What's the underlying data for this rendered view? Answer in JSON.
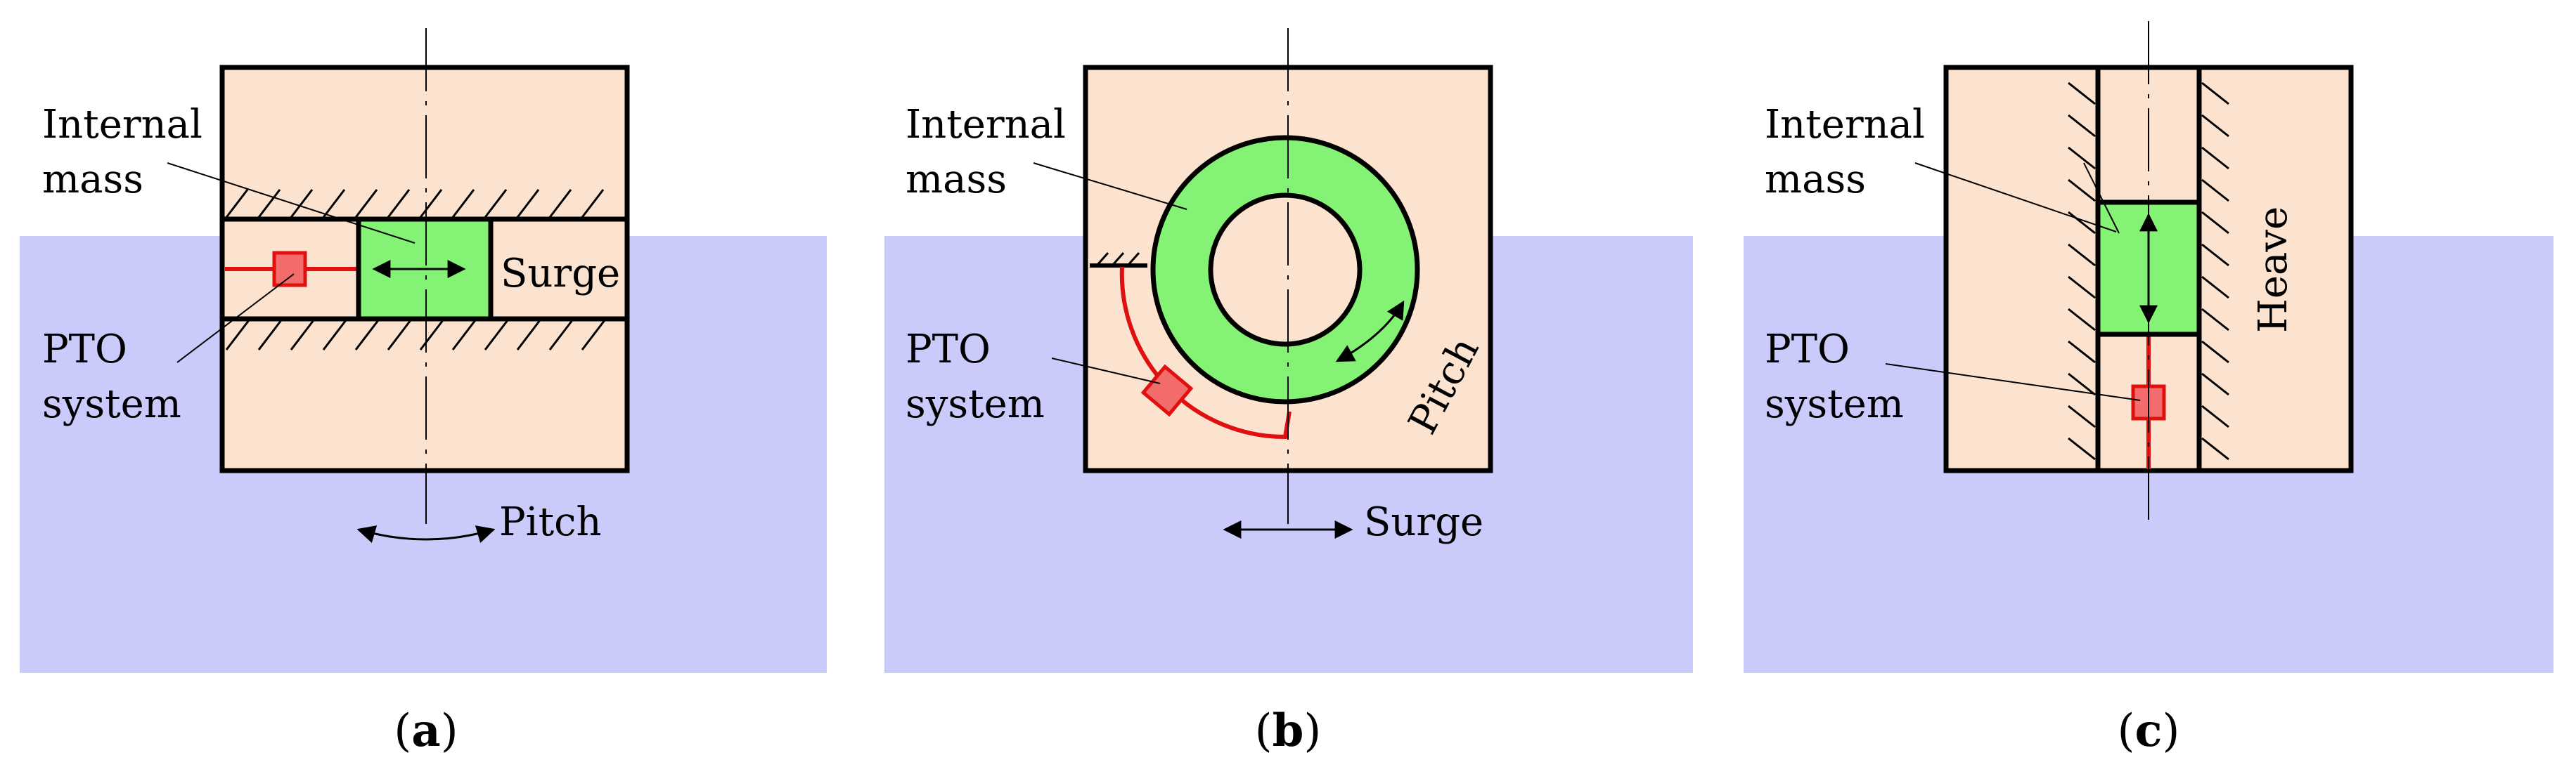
{
  "panels": {
    "a": {
      "caption_open": "(",
      "caption_letter": "a",
      "caption_close": ")",
      "internal_mass_label_line1": "Internal",
      "internal_mass_label_line2": "mass",
      "pto_label_line1": "PTO",
      "pto_label_line2": "system",
      "motion_label": "Surge",
      "hull_motion_label": "Pitch"
    },
    "b": {
      "caption_open": "(",
      "caption_letter": "b",
      "caption_close": ")",
      "internal_mass_label_line1": "Internal",
      "internal_mass_label_line2": "mass",
      "pto_label_line1": "PTO",
      "pto_label_line2": "system",
      "motion_label": "Pitch",
      "hull_motion_label": "Surge"
    },
    "c": {
      "caption_open": "(",
      "caption_letter": "c",
      "caption_close": ")",
      "internal_mass_label_line1": "Internal",
      "internal_mass_label_line2": "mass",
      "pto_label_line1": "PTO",
      "pto_label_line2": "system",
      "motion_label": "Heave"
    }
  },
  "colors": {
    "water": "#cbcbfb",
    "hull": "#fce3cf",
    "mass": "#84f274",
    "pto_fill": "#f26c6c",
    "pto_line": "#e01010",
    "outline": "#000000"
  }
}
